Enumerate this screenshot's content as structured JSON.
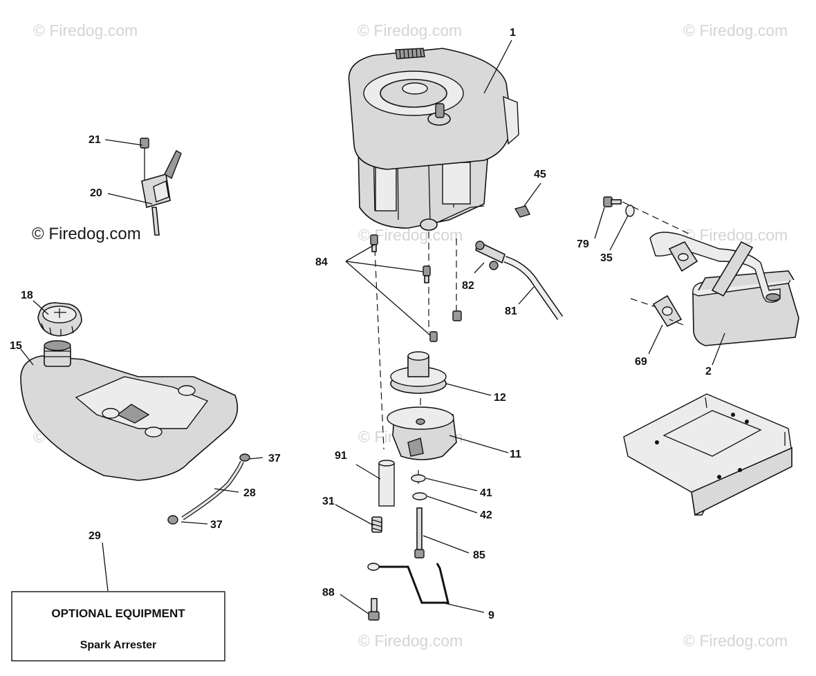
{
  "watermark": "© Firedog.com",
  "callouts": {
    "c1": "1",
    "c2": "2",
    "c9": "9",
    "c11": "11",
    "c12": "12",
    "c15": "15",
    "c18": "18",
    "c20": "20",
    "c21": "21",
    "c28": "28",
    "c29": "29",
    "c31": "31",
    "c35": "35",
    "c37a": "37",
    "c37b": "37",
    "c41": "41",
    "c42": "42",
    "c45": "45",
    "c69": "69",
    "c79": "79",
    "c81": "81",
    "c82": "82",
    "c84": "84",
    "c85": "85",
    "c88": "88",
    "c91": "91"
  },
  "optional_box": {
    "title": "OPTIONAL EQUIPMENT",
    "item": "Spark Arrester"
  },
  "colors": {
    "line": "#111111",
    "part_fill": "#d9d9d9",
    "watermark": "#d4d4d4"
  }
}
